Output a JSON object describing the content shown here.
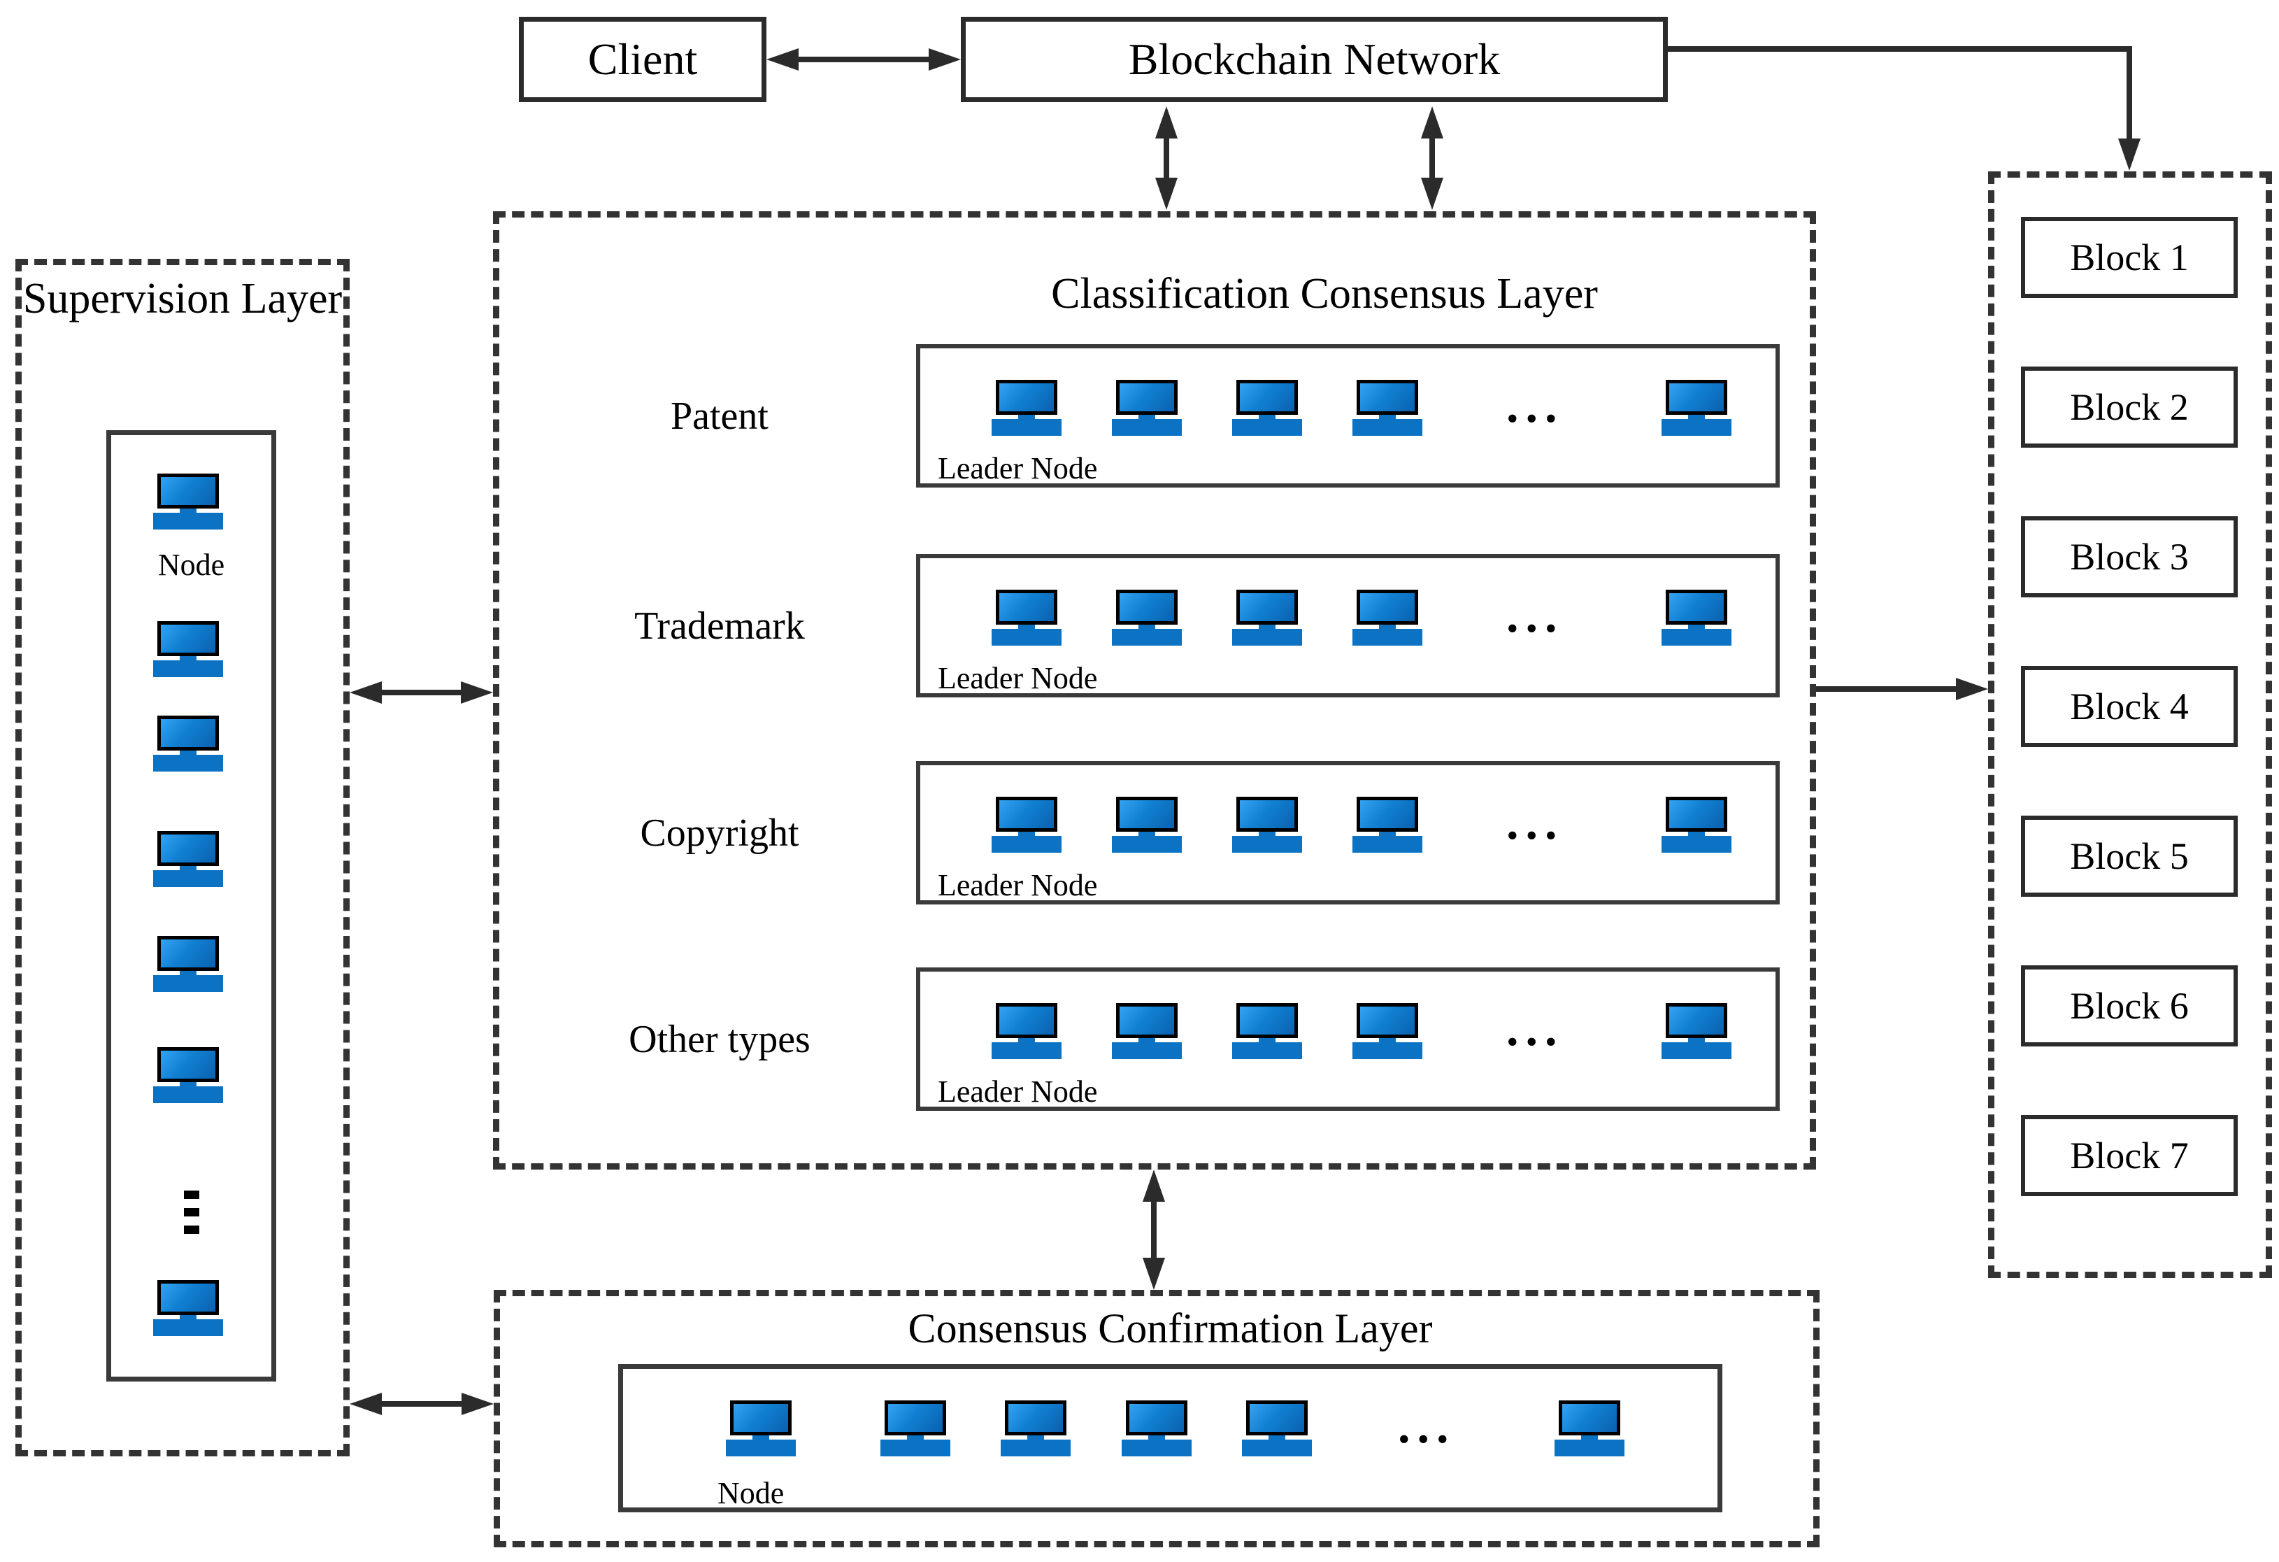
{
  "client_label": "Client",
  "blockchain_label": "Blockchain Network",
  "ellipsis_horizontal": "...",
  "supervision": {
    "title": "Supervision Layer",
    "node_label": "Node",
    "ellipsis_vertical": "⋮",
    "nodes_before_ellipsis": 6,
    "nodes_after_ellipsis": 1
  },
  "classification": {
    "title": "Classification Consensus Layer",
    "rows": [
      {
        "label": "Patent",
        "leader_label": "Leader Node",
        "nodes_before_ellipsis": 4,
        "nodes_after_ellipsis": 1
      },
      {
        "label": "Trademark",
        "leader_label": "Leader Node",
        "nodes_before_ellipsis": 4,
        "nodes_after_ellipsis": 1
      },
      {
        "label": "Copyright",
        "leader_label": "Leader Node",
        "nodes_before_ellipsis": 4,
        "nodes_after_ellipsis": 1
      },
      {
        "label": "Other types",
        "leader_label": "Leader Node",
        "nodes_before_ellipsis": 4,
        "nodes_after_ellipsis": 1
      }
    ]
  },
  "confirmation": {
    "title": "Consensus Confirmation Layer",
    "node_label": "Node",
    "nodes_before_ellipsis": 5,
    "nodes_after_ellipsis": 1
  },
  "blocks": [
    "Block 1",
    "Block 2",
    "Block 3",
    "Block 4",
    "Block 5",
    "Block 6",
    "Block 7"
  ],
  "colors": {
    "line_ink": "#2b2b2b",
    "node_screen_light": "#34a3f2",
    "node_screen_dark": "#0a61af",
    "node_base": "#0b72c4"
  }
}
